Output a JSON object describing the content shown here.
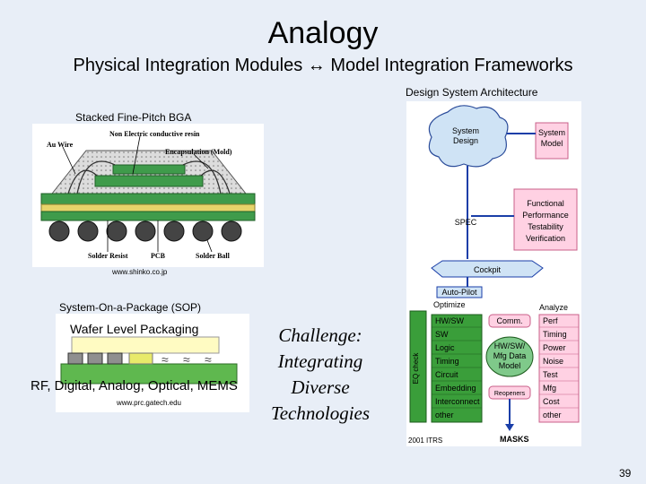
{
  "slide": {
    "title": "Analogy",
    "subtitle": "Physical Integration Modules ↔ Model Integration Frameworks",
    "page_number": "39"
  },
  "bga": {
    "label": "Stacked Fine-Pitch BGA",
    "url": "www.shinko.co.jp",
    "callouts": {
      "resin": "Non Electric conductive resin",
      "wire": "Au Wire",
      "encap": "Encapsulation (Mold)",
      "resist": "Solder Resist",
      "pcb": "PCB",
      "ball": "Solder Ball"
    }
  },
  "sop": {
    "label": "System-On-a-Package (SOP)",
    "wafer": "Wafer Level Packaging",
    "technologies": "RF, Digital, Analog, Optical, MEMS",
    "url": "www.prc.gatech.edu"
  },
  "challenge": {
    "line1": "Challenge:",
    "line2": "Integrating",
    "line3": "Diverse",
    "line4": "Technologies"
  },
  "architecture": {
    "label": "Design System Architecture",
    "system_design": [
      "System",
      "Design"
    ],
    "system_model": [
      "System",
      "Model"
    ],
    "functional": [
      "Functional",
      "Performance",
      "Testability",
      "Verification"
    ],
    "spec": "SPEC",
    "cockpit": "Cockpit",
    "autopilot": "Auto-Pilot",
    "optimize": "Optimize",
    "analyze": "Analyze",
    "eq_check": "EQ check",
    "left_list": [
      "HW/SW",
      "SW",
      "Logic",
      "Timing",
      "Circuit",
      "Embedding",
      "Interconnect",
      "other"
    ],
    "comm": "Comm.",
    "hwsw_model": [
      "HW/SW/",
      "Mfg Data",
      "Model"
    ],
    "reopennes": "Reopeners",
    "right_list": [
      "Perf",
      "Timing",
      "Power",
      "Noise",
      "Test",
      "Mfg",
      "Cost",
      "other"
    ],
    "itrs": "2001 ITRS",
    "masks": "MASKS"
  },
  "colors": {
    "background": "#e8eef7",
    "green": "#3a9e3a",
    "blue": "#1a3ea8",
    "pink": "#ffd1e3",
    "light_green": "#7fc98a",
    "cloud": "#cfe3f5"
  }
}
